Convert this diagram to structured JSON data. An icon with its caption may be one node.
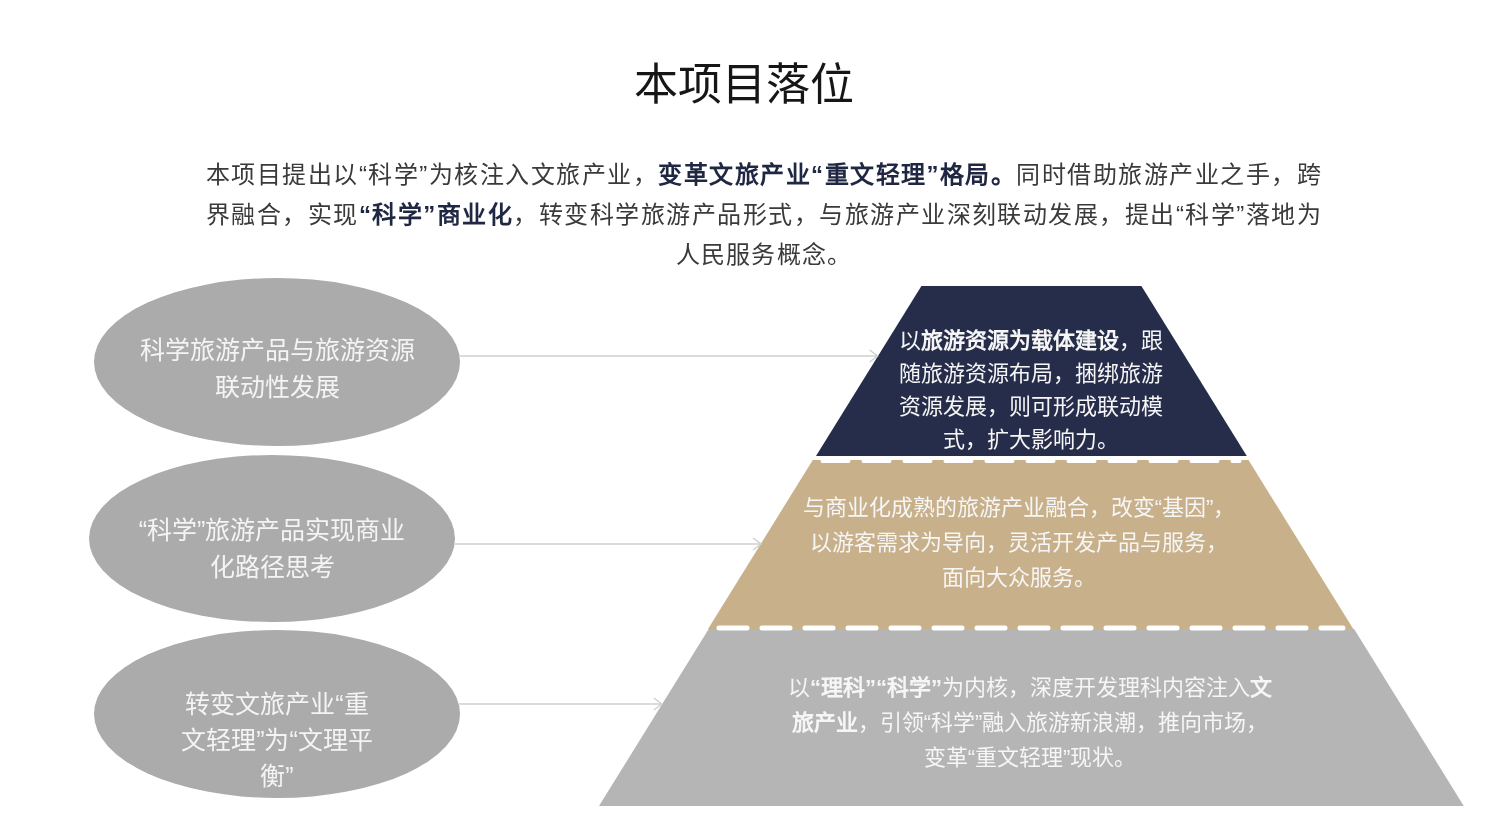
{
  "diagram": {
    "title": "本项目落位",
    "nodes": [
      {
        "text": [
          "科学旅游产品与旅游资源联动性发展"
        ]
      },
      {
        "text": [
          "“科学”旅游产品实现商业化路径思考"
        ]
      },
      {
        "text": [
          "转变文旅产业“重文轻理”为“文理平衡”"
        ]
      },
      {
        "text": [
          "以**旅游资源为载体建设**，跟随旅游资源布局，捆绑旅游资源发展，则可形成联动模式，扩大影响力。"
        ]
      },
      {
        "text": [
          "与商业化成熟的旅游产业融合，改变“基因”，以游客需求为导向，灵活开发产品与服务，面向大众服务。"
        ]
      },
      {
        "text": [
          "以**“理科”“科学”**为内核，深度开发理科内容注入**文旅产业**，引领“科学”融入旅游新浪潮，推向市场，变革“重文轻理”现状。"
        ]
      }
    ],
    "edges": [
      {
        "from": 0,
        "to": 3,
        "arrow": "to"
      },
      {
        "from": 1,
        "to": 4,
        "arrow": "to"
      },
      {
        "from": 2,
        "to": 5,
        "arrow": "to"
      }
    ],
    "labels": [
      "本项目提出以“科学”为核注入文旅产业，**变革文旅产业“重文轻理”格局。**同时借助旅游产业之手，跨界融合，实现**“科学”商业化**，转变科学旅游产品形式，与旅游产业深刻联动发展，提出“科学”落地为人民服务概念。"
    ]
  }
}
